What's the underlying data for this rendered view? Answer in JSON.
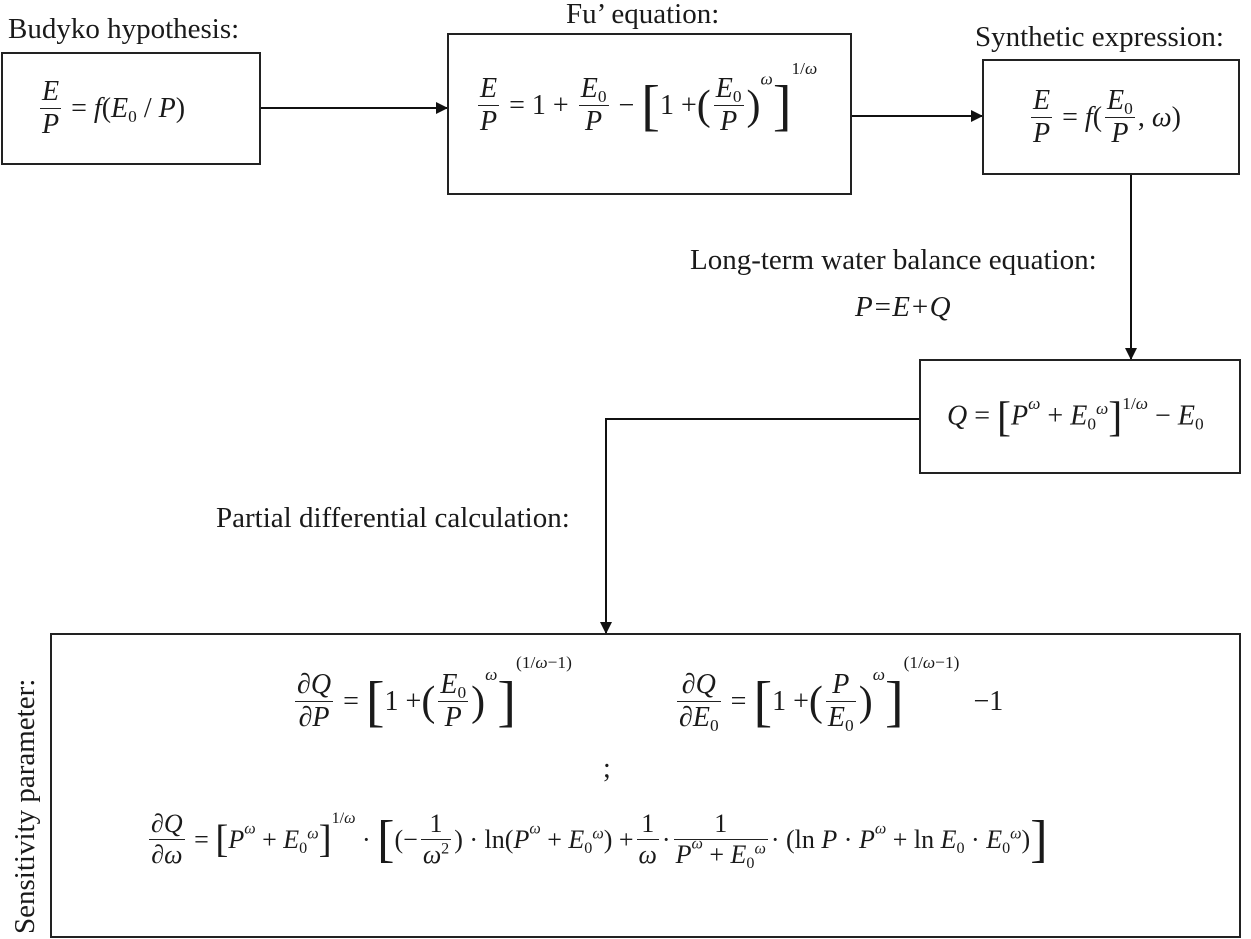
{
  "labels": {
    "budyko": "Budyko hypothesis:",
    "fu": "Fu’ equation:",
    "synthetic": "Synthetic expression:",
    "water_balance": "Long-term water balance equation:",
    "water_balance_eq": "P=E+Q",
    "partial": "Partial differential calculation:",
    "sensitivity": "Sensitivity parameter:"
  },
  "separator": ";"
}
